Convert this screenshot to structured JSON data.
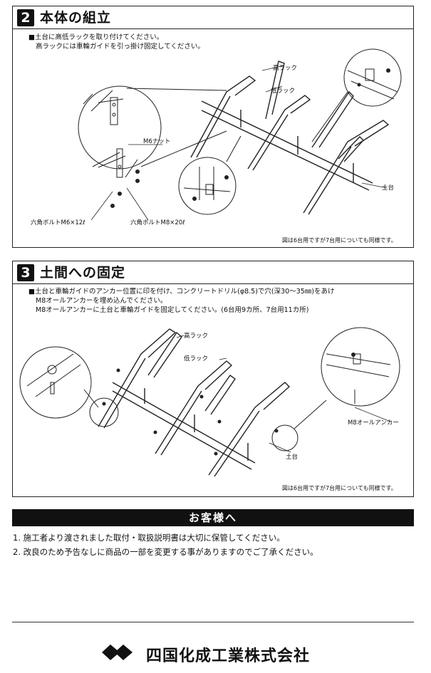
{
  "section2": {
    "number": "2",
    "title": "本体の組立",
    "instructions": [
      "■土台に高低ラックを取り付けてください。",
      "高ラックには車輪ガイドを引っ掛け固定してください。"
    ],
    "labels": {
      "high_rack": "高ラック",
      "low_rack": "低ラック",
      "nut": "M6ナット",
      "base": "土台",
      "bolt_m6": "六角ボルトM6×12ℓ",
      "bolt_m8": "六角ボルトM8×20ℓ"
    },
    "note": "図は6台用ですが7台用についても同様です。"
  },
  "section3": {
    "number": "3",
    "title": "土間への固定",
    "instructions": [
      "■土台と車輪ガイドのアンカー位置に印を付け、コンクリートドリル(φ8.5)で穴(深30〜35㎜)をあけ",
      "M8オールアンカーを埋め込んでください。",
      "M8オールアンカーに土台と車輪ガイドを固定してください。(6台用9カ所、7台用11カ所)"
    ],
    "labels": {
      "high_rack": "高ラック",
      "low_rack": "低ラック",
      "anchor": "M8オールアンカー",
      "base": "土台"
    },
    "note": "図は6台用ですが7台用についても同様です。"
  },
  "customer": {
    "heading": "お客様へ",
    "items": [
      "1. 施工者より渡されました取付・取扱説明書は大切に保管してください。",
      "2. 改良のため予告なしに商品の一部を変更する事がありますのでご了承ください。"
    ]
  },
  "footer": {
    "brand": "四国化成工業株式会社"
  }
}
